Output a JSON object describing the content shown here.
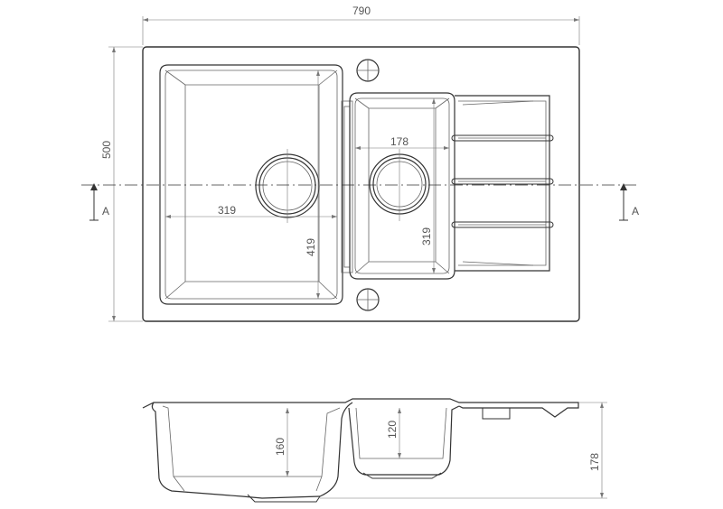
{
  "plan_view": {
    "overall_width": "790",
    "overall_depth": "500",
    "main_bowl_width": "319",
    "main_bowl_depth": "419",
    "small_bowl_width": "178",
    "small_bowl_depth": "319",
    "section_marker": "A"
  },
  "section_view": {
    "main_bowl_height": "160",
    "small_bowl_height": "120",
    "overall_height": "178"
  },
  "colors": {
    "outline": "#333333",
    "dimension": "#777777",
    "background": "#ffffff"
  }
}
